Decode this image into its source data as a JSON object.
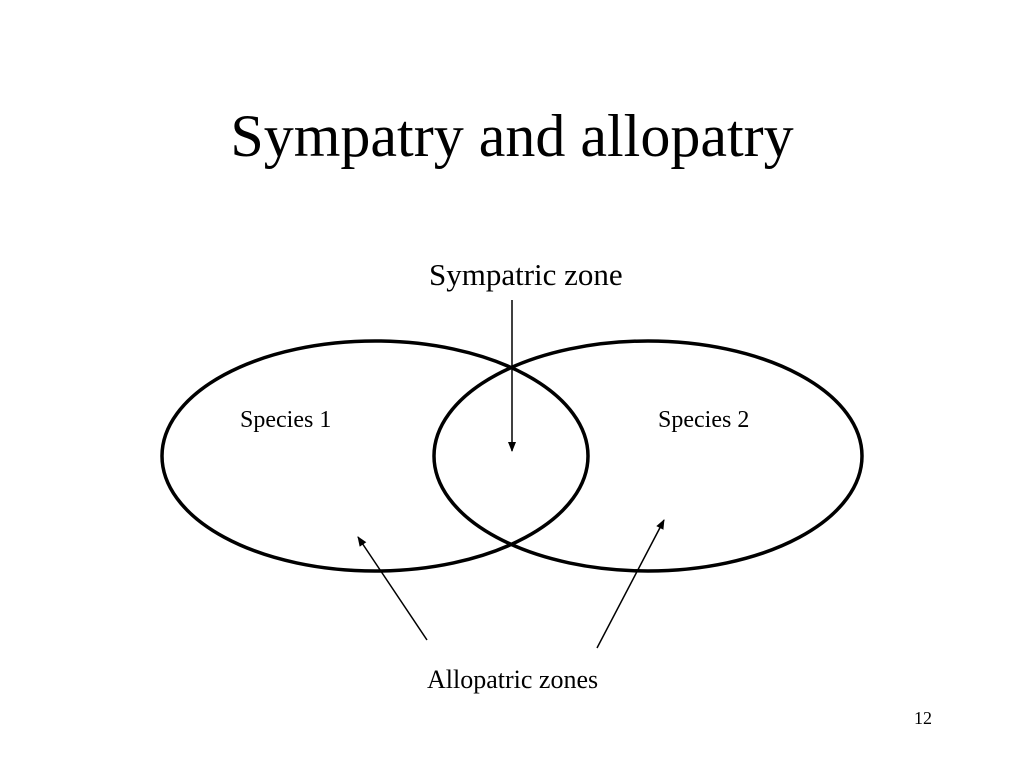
{
  "slide": {
    "title": "Sympatry and allopatry",
    "page_number": "12"
  },
  "diagram": {
    "sympatric_label": "Sympatric zone",
    "species_1_label": "Species 1",
    "species_2_label": "Species 2",
    "allopatric_label": "Allopatric zones",
    "stroke_color": "#000000"
  }
}
